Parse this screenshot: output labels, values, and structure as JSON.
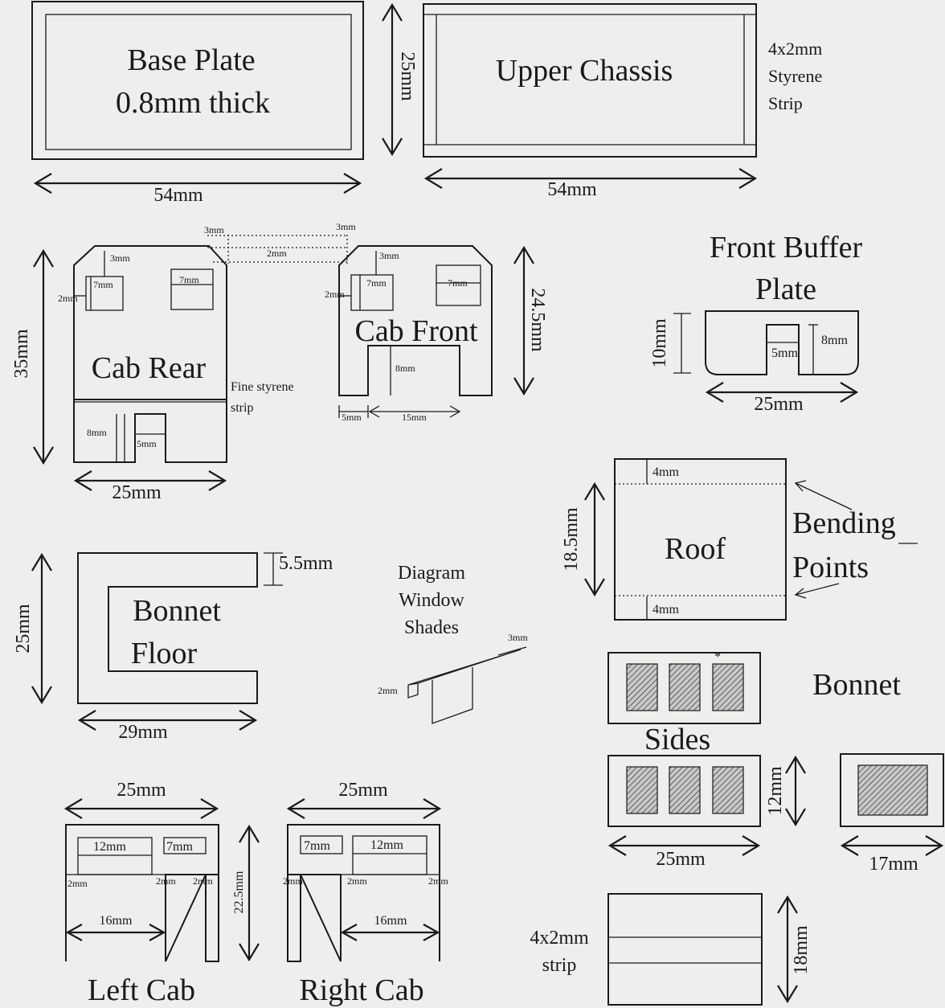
{
  "base_plate": {
    "title": "Base Plate",
    "subtitle": "0.8mm thick",
    "height_dim": "25mm",
    "width_dim": "54mm"
  },
  "upper_chassis": {
    "title": "Upper Chassis",
    "width_dim": "54mm",
    "strip_note": [
      "4x2mm",
      "Styrene",
      "Strip"
    ]
  },
  "cab_rear": {
    "title": "Cab Rear",
    "height_dim": "35mm",
    "width_dim": "25mm",
    "d3mm": "3mm",
    "d2mm": "2mm",
    "d7mm": "7mm",
    "d8mm": "8mm",
    "d5mm": "5mm",
    "strip_note": [
      "Fine styrene",
      "strip"
    ]
  },
  "top_dims": {
    "d3mm": "3mm",
    "d2mm": "2mm"
  },
  "cab_front": {
    "title": "Cab Front",
    "height_dim": "24.5mm",
    "d3mm": "3mm",
    "d2mm": "2mm",
    "d7mm": "7mm",
    "d8mm": "8mm",
    "d5mm": "5mm",
    "d15mm": "15mm"
  },
  "front_buffer": {
    "title": [
      "Front Buffer",
      "Plate"
    ],
    "height_dim": "10mm",
    "width_dim": "25mm",
    "d5mm": "5mm",
    "d8mm": "8mm"
  },
  "roof": {
    "title": "Roof",
    "height_dim": "18.5mm",
    "top_dim": "4mm",
    "bottom_dim": "4mm",
    "bend_note": [
      "Bending",
      "Points"
    ]
  },
  "bonnet_floor": {
    "title": [
      "Bonnet",
      "Floor"
    ],
    "height_dim": "25mm",
    "width_dim": "29mm",
    "notch_dim": "5.5mm"
  },
  "window_shades": {
    "title": [
      "Diagram",
      "Window",
      "Shades"
    ],
    "d3mm": "3mm",
    "d2mm": "2mm"
  },
  "bonnet": {
    "title": "Bonnet",
    "sides_label": "Sides",
    "height_dim": "12mm",
    "width_dim": "25mm",
    "end_width_dim": "17mm",
    "star": "*"
  },
  "strip_block": {
    "note": [
      "4x2mm",
      "strip"
    ],
    "height_dim": "18mm"
  },
  "left_cab": {
    "title": "Left Cab",
    "width_dim": "25mm",
    "d12mm": "12mm",
    "d7mm": "7mm",
    "d2mm": "2mm",
    "d16mm": "16mm",
    "height_dim": "22.5mm"
  },
  "right_cab": {
    "title": "Right Cab",
    "width_dim": "25mm",
    "d7mm": "7mm",
    "d12mm": "12mm",
    "d2mm": "2mm",
    "d16mm": "16mm"
  }
}
